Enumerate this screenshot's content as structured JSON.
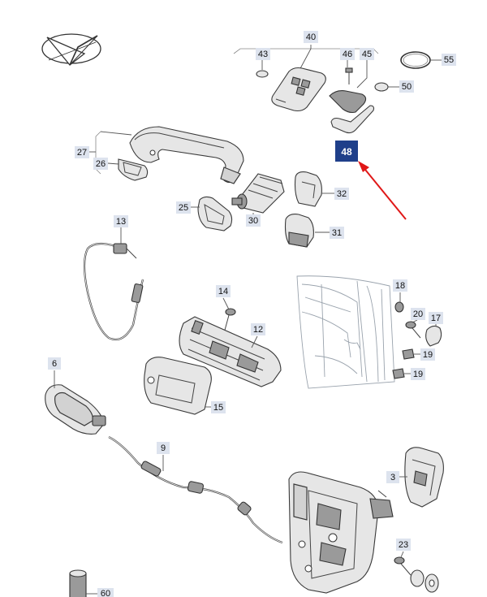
{
  "labels": {
    "p40": "40",
    "p43": "43",
    "p46": "46",
    "p45": "45",
    "p55": "55",
    "p50": "50",
    "p48": "48",
    "p27": "27",
    "p26": "26",
    "p32": "32",
    "p25": "25",
    "p30": "30",
    "p31": "31",
    "p13": "13",
    "p14": "14",
    "p12": "12",
    "p18": "18",
    "p20": "20",
    "p17": "17",
    "p19a": "19",
    "p19b": "19",
    "p6": "6",
    "p15": "15",
    "p9": "9",
    "p3": "3",
    "p23": "23",
    "p60": "60"
  },
  "colors": {
    "label_bg": "#dde3ee",
    "highlight_bg": "#1f3f8a",
    "arrow": "#e01818"
  },
  "highlighted_part": "48",
  "icons": {
    "logo": "crossed-arrow-logo-icon"
  }
}
